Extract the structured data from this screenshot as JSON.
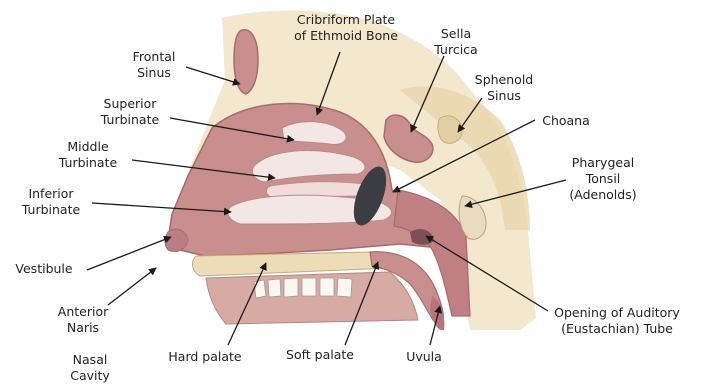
{
  "labels": {
    "cribriform": [
      "Cribriform Plate",
      "of Ethmoid Bone"
    ],
    "sella": [
      "Sella",
      "Turcica"
    ],
    "frontal": [
      "Frontal",
      "Sinus"
    ],
    "sphenoid": [
      "Sphenold",
      "Sinus"
    ],
    "superior": [
      "Superior",
      "Turbinate"
    ],
    "choana": [
      "Choana"
    ],
    "middle": [
      "Middle",
      "Turbinate"
    ],
    "pharyngeal": [
      "Pharygeal",
      "Tonsil",
      "(Adenolds)"
    ],
    "inferior": [
      "Inferior",
      "Turbinate"
    ],
    "vestibule": [
      "Vestibule"
    ],
    "anterior": [
      "Anterior",
      "Naris"
    ],
    "auditory": [
      "Opening of Auditory",
      "(Eustachian) Tube"
    ],
    "nasal": [
      "Nasal",
      "Cavity"
    ],
    "hard": [
      "Hard palate"
    ],
    "soft": [
      "Soft palate"
    ],
    "uvula": [
      "Uvula"
    ]
  },
  "colors": {
    "mucosa": "#c98e8e",
    "mucosa_dark": "#a86a6e",
    "turbinate_highlight": "#f3e6e4",
    "bone": "#ecdcb8",
    "choana": "#3b3d42",
    "leader": "#1a1a1a"
  }
}
